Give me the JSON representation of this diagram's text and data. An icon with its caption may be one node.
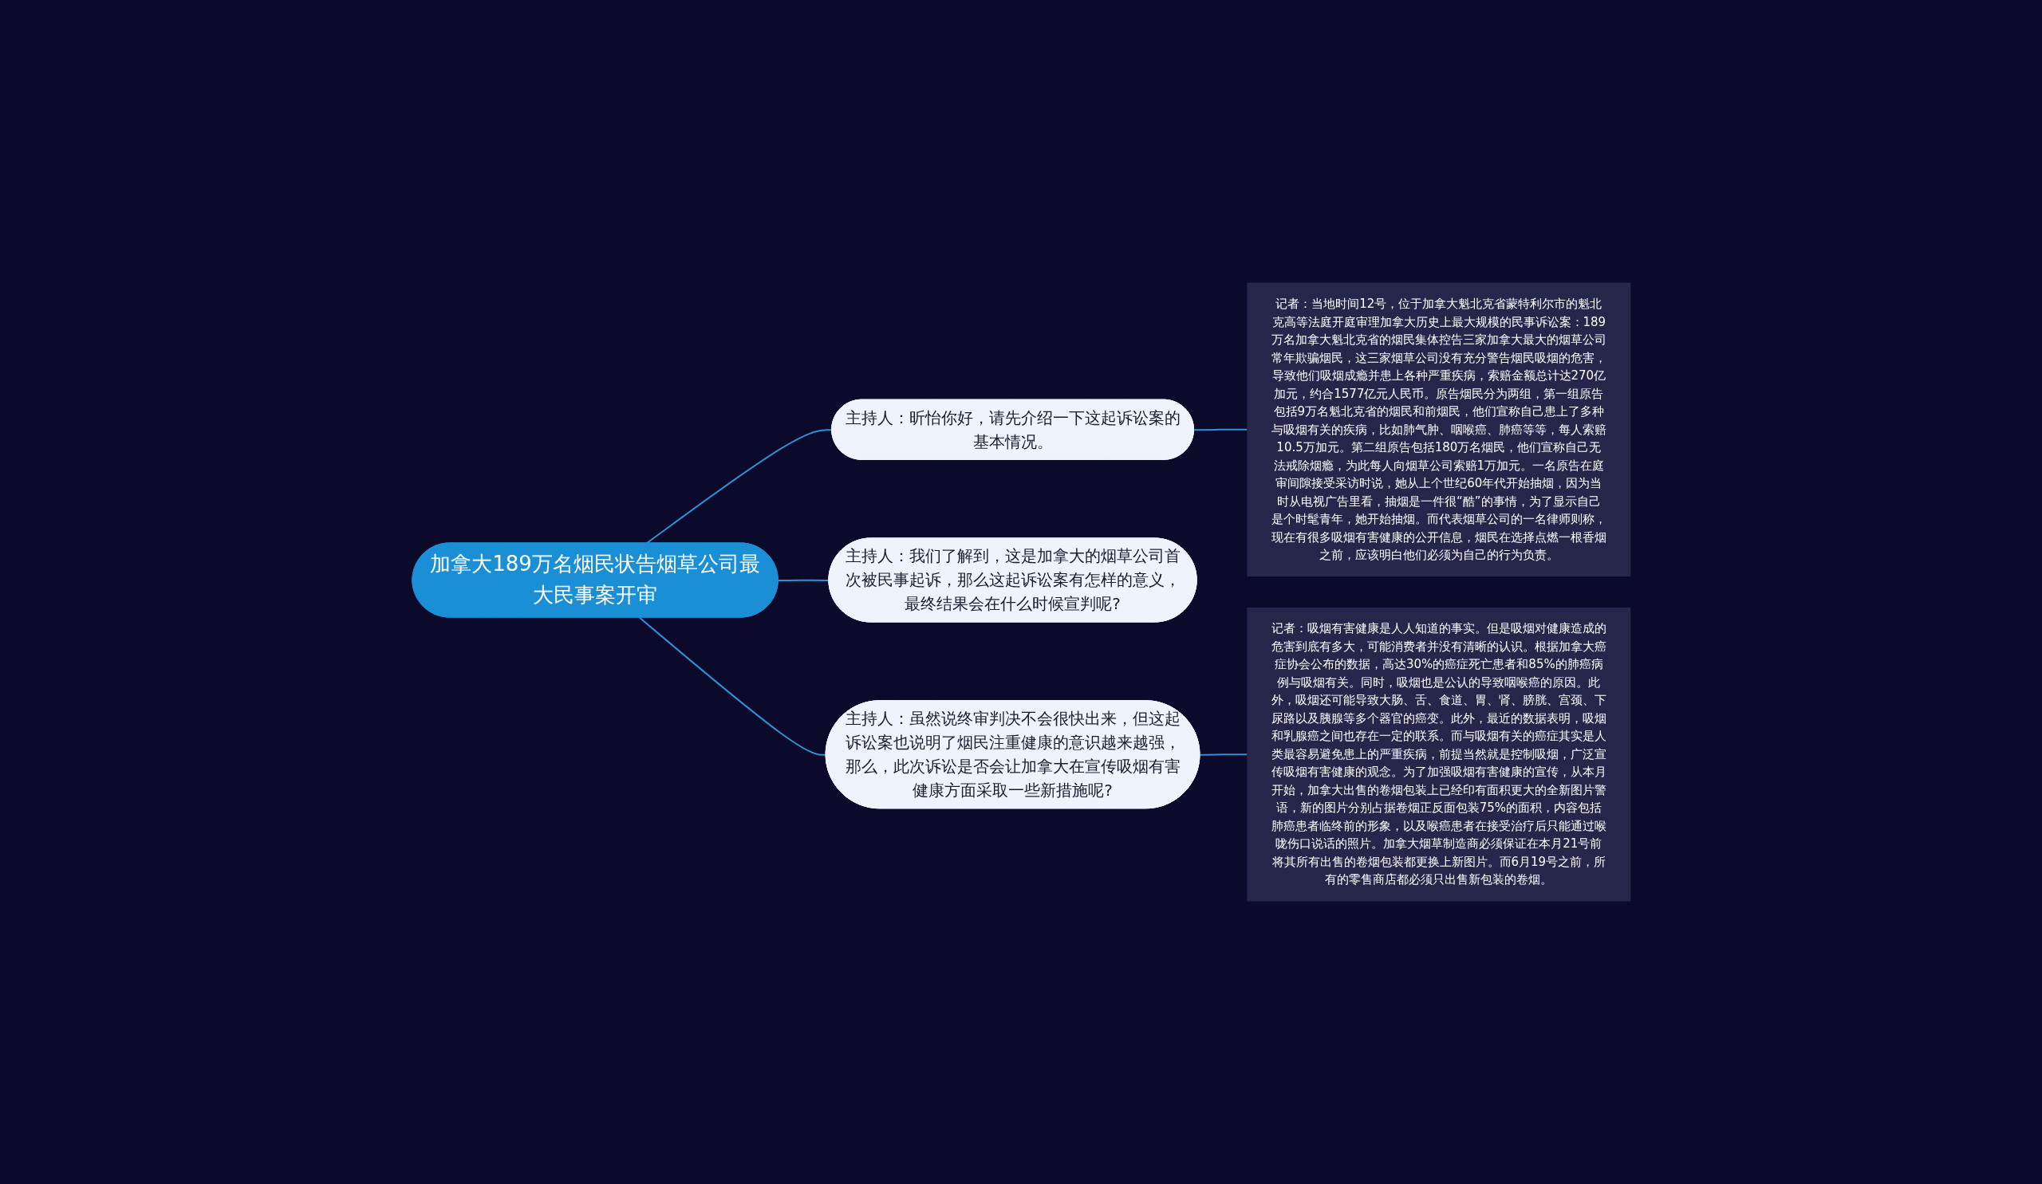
{
  "diagram": {
    "nodes": [
      {
        "text": [
          "加拿大189万名烟民状告烟草公司最大民事案开审"
        ]
      },
      {
        "text": [
          "主持人：昕怡你好，请先介绍一下这起诉讼案的基本情况。"
        ]
      },
      {
        "text": [
          "记者：当地时间12号，位于加拿大魁北克省蒙特利尔市的魁北克高等法庭开庭审理加拿大历史上最大规模的民事诉讼案：189万名加拿大魁北克省的烟民集体控告三家加拿大最大的烟草公司常年欺骗烟民，这三家烟草公司没有充分警告烟民吸烟的危害，导致他们吸烟成瘾并患上各种严重疾病，索赔金额总计达270亿加元，约合1577亿元人民币。原告烟民分为两组，第一组原告包括9万名魁北克省的烟民和前烟民，他们宣称自己患上了多种与吸烟有关的疾病，比如肺气肿、咽喉癌、肺癌等等，每人索赔10.5万加元。第二组原告包括180万名烟民，他们宣称自己无法戒除烟瘾，为此每人向烟草公司索赔1万加元。一名原告在庭审间隙接受采访时说，她从上个世纪60年代开始抽烟，因为当时从电视广告里看，抽烟是一件很“酷”的事情，为了显示自己是个时髦青年，她开始抽烟。而代表烟草公司的一名律师则称，现在有很多吸烟有害健康的公开信息，烟民在选择点燃一根香烟之前，应该明白他们必须为自己的行为负责。"
        ]
      },
      {
        "text": [
          "主持人：我们了解到，这是加拿大的烟草公司首次被民事起诉，那么这起诉讼案有怎样的意义，最终结果会在什么时候宣判呢?"
        ]
      },
      {
        "text": [
          "主持人：虽然说终审判决不会很快出来，但这起诉讼案也说明了烟民注重健康的意识越来越强，那么，此次诉讼是否会让加拿大在宣传吸烟有害健康方面采取一些新措施呢?"
        ]
      },
      {
        "text": [
          "记者：吸烟有害健康是人人知道的事实。但是吸烟对健康造成的危害到底有多大，可能消费者并没有清晰的认识。根据加拿大癌症协会公布的数据，高达30%的癌症死亡患者和85%的肺癌病例与吸烟有关。同时，吸烟也是公认的导致咽喉癌的原因。此外，吸烟还可能导致大肠、舌、食道、胃、肾、膀胱、宫颈、下尿路以及胰腺等多个器官的癌变。此外，最近的数据表明，吸烟和乳腺癌之间也存在一定的联系。而与吸烟有关的癌症其实是人类最容易避免患上的严重疾病，前提当然就是控制吸烟，广泛宣传吸烟有害健康的观念。为了加强吸烟有害健康的宣传，从本月开始，加拿大出售的卷烟包装上已经印有面积更大的全新图片警语，新的图片分别占据卷烟正反面包装75%的面积，内容包括肺癌患者临终前的形象，以及喉癌患者在接受治疗后只能通过喉咙伤口说话的照片。加拿大烟草制造商必须保证在本月21号前将其所有出售的卷烟包装都更换上新图片。而6月19号之前，所有的零售商店都必须只出售新包装的卷烟。"
        ]
      }
    ],
    "edges": [
      {
        "from": 0,
        "to": 1,
        "arrow": "none"
      },
      {
        "from": 1,
        "to": 2,
        "arrow": "none"
      },
      {
        "from": 0,
        "to": 3,
        "arrow": "none"
      },
      {
        "from": 0,
        "to": 4,
        "arrow": "none"
      },
      {
        "from": 4,
        "to": 5,
        "arrow": "none"
      }
    ]
  }
}
